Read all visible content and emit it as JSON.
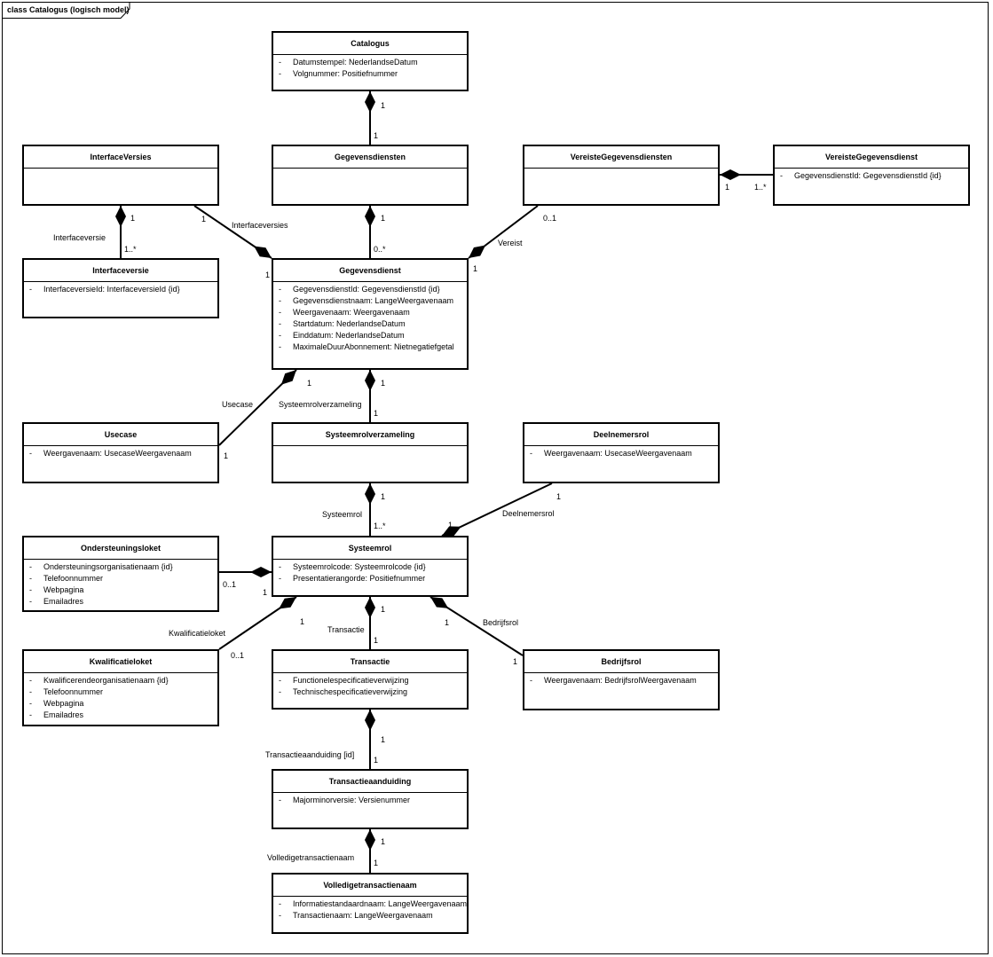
{
  "diagram": {
    "frame_title": "class Catalogus (logisch model)",
    "classes": [
      {
        "name": "Catalogus",
        "attributes": [
          {
            "vis": "-",
            "text": "Datumstempel: NederlandseDatum"
          },
          {
            "vis": "-",
            "text": "Volgnummer: Positiefnummer"
          }
        ]
      },
      {
        "name": "InterfaceVersies",
        "attributes": []
      },
      {
        "name": "Gegevensdiensten",
        "attributes": []
      },
      {
        "name": "VereisteGegevensdiensten",
        "attributes": []
      },
      {
        "name": "VereisteGegevensdienst",
        "attributes": [
          {
            "vis": "-",
            "text": "GegevensdienstId: GegevensdienstId {id}"
          }
        ]
      },
      {
        "name": "Interfaceversie",
        "attributes": [
          {
            "vis": "-",
            "text": "InterfaceversieId: InterfaceversieId {id}"
          }
        ]
      },
      {
        "name": "Gegevensdienst",
        "attributes": [
          {
            "vis": "-",
            "text": "GegevensdienstId: GegevensdienstId {id}"
          },
          {
            "vis": "-",
            "text": "Gegevensdienstnaam: LangeWeergavenaam"
          },
          {
            "vis": "-",
            "text": "Weergavenaam: Weergavenaam"
          },
          {
            "vis": "-",
            "text": "Startdatum: NederlandseDatum"
          },
          {
            "vis": "-",
            "text": "Einddatum: NederlandseDatum"
          },
          {
            "vis": "-",
            "text": "MaximaleDuurAbonnement: Nietnegatiefgetal"
          }
        ]
      },
      {
        "name": "Usecase",
        "attributes": [
          {
            "vis": "-",
            "text": "Weergavenaam: UsecaseWeergavenaam"
          }
        ]
      },
      {
        "name": "Systeemrolverzameling",
        "attributes": []
      },
      {
        "name": "Deelnemersrol",
        "attributes": [
          {
            "vis": "-",
            "text": "Weergavenaam: UsecaseWeergavenaam"
          }
        ]
      },
      {
        "name": "Ondersteuningsloket",
        "attributes": [
          {
            "vis": "-",
            "text": "Ondersteuningsorganisatienaam {id}"
          },
          {
            "vis": "-",
            "text": "Telefoonnummer"
          },
          {
            "vis": "-",
            "text": "Webpagina"
          },
          {
            "vis": "-",
            "text": "Emailadres"
          }
        ]
      },
      {
        "name": "Systeemrol",
        "attributes": [
          {
            "vis": "-",
            "text": "Systeemrolcode: Systeemrolcode {id}"
          },
          {
            "vis": "-",
            "text": "Presentatierangorde: Positiefnummer"
          }
        ]
      },
      {
        "name": "Kwalificatieloket",
        "attributes": [
          {
            "vis": "-",
            "text": "Kwalificerendeorganisatienaam {id}"
          },
          {
            "vis": "-",
            "text": "Telefoonnummer"
          },
          {
            "vis": "-",
            "text": "Webpagina"
          },
          {
            "vis": "-",
            "text": "Emailadres"
          }
        ]
      },
      {
        "name": "Transactie",
        "attributes": [
          {
            "vis": "-",
            "text": "Functionelespecificatieverwijzing"
          },
          {
            "vis": "-",
            "text": "Technischespecificatieverwijzing"
          }
        ]
      },
      {
        "name": "Bedrijfsrol",
        "attributes": [
          {
            "vis": "-",
            "text": "Weergavenaam: BedrijfsrolWeergavenaam"
          }
        ]
      },
      {
        "name": "Transactieaanduiding",
        "attributes": [
          {
            "vis": "-",
            "text": "Majorminorversie: Versienummer"
          }
        ]
      },
      {
        "name": "Volledigetransactienaam",
        "attributes": [
          {
            "vis": "-",
            "text": "Informatiestandaardnaam: LangeWeergavenaam"
          },
          {
            "vis": "-",
            "text": "Transactienaam: LangeWeergavenaam"
          }
        ]
      }
    ],
    "labels": [
      "1",
      "1",
      "1",
      "1..*",
      "Interfaceversie",
      "1",
      "Interfaceversies",
      "1",
      "1",
      "0..*",
      "0..1",
      "Vereist",
      "1",
      "1",
      "1..*",
      "1",
      "Usecase",
      "1",
      "1",
      "Systeemrolverzameling",
      "1",
      "1",
      "Systeemrol",
      "1..*",
      "1",
      "Deelnemersrol",
      "1",
      "0..1",
      "1",
      "1",
      "Kwalificatieloket",
      "0..1",
      "1",
      "Transactie",
      "1",
      "1",
      "Bedrijfsrol",
      "1",
      "1",
      "Transactieaanduiding [id]",
      "1",
      "1",
      "Volledigetransactienaam",
      "1"
    ]
  }
}
